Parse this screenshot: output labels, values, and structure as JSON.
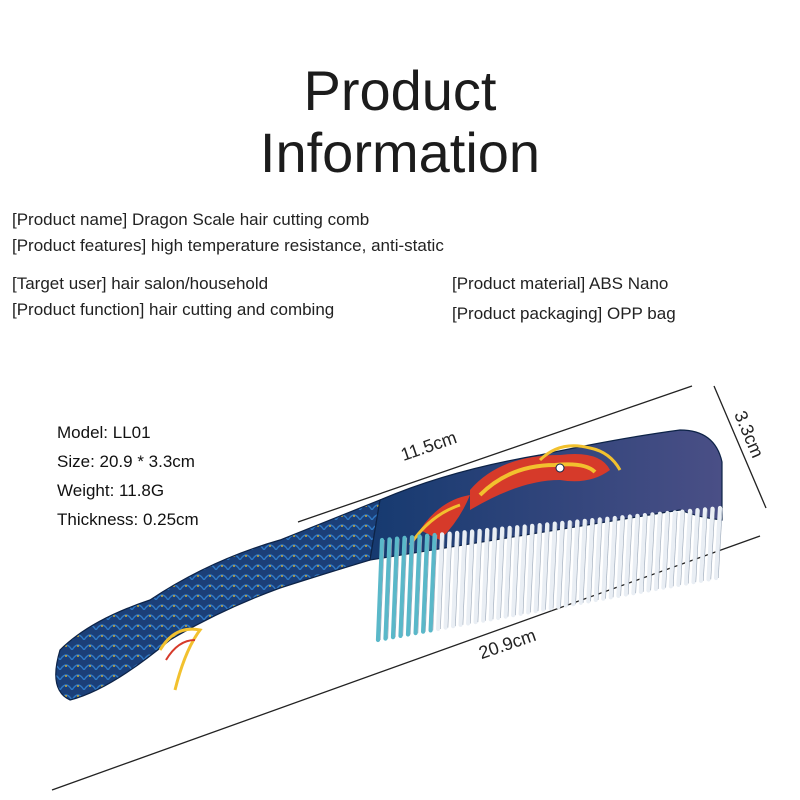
{
  "title": {
    "line1": "Product",
    "line2": "Information"
  },
  "specs": {
    "name": "[Product name] Dragon Scale hair cutting comb",
    "features": "[Product features] high temperature resistance, anti-static",
    "target": "[Target user] hair salon/household",
    "material": "[Product material] ABS Nano",
    "function": "[Product function] hair cutting and combing",
    "packaging": "[Product packaging] OPP bag"
  },
  "model": {
    "model": "Model: LL01",
    "size": "Size: 20.9 * 3.3cm",
    "weight": "Weight: 11.8G",
    "thickness": "Thickness: 0.25cm"
  },
  "dimensions": {
    "teeth_length": "11.5cm",
    "total_length": "20.9cm",
    "width": "3.3cm"
  },
  "colors": {
    "comb_blue": "#1f4d8c",
    "scale_dark": "#0d2347",
    "dragon_red": "#d63a2a",
    "dragon_yellow": "#f2c12e",
    "teeth_cyan": "#5ab8c9"
  }
}
